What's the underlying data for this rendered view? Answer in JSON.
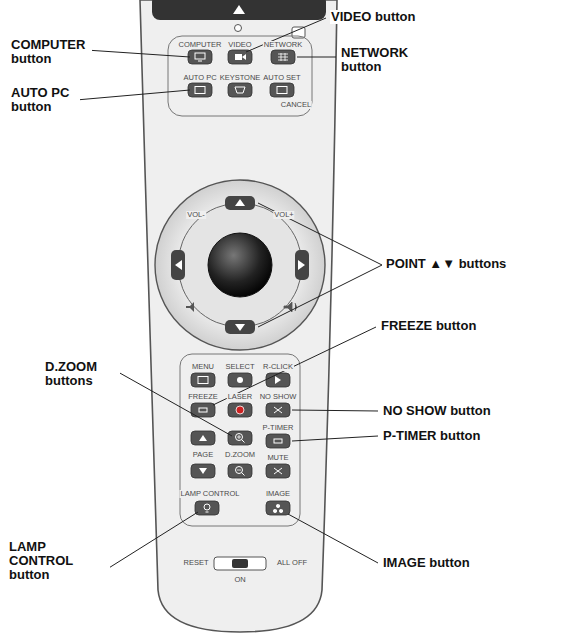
{
  "diagram": {
    "labels": [
      "VIDEO button",
      "COMPUTER button",
      "AUTO PC button",
      "NETWORK button",
      "POINT ▲▼ buttons",
      "FREEZE button",
      "D.ZOOM buttons",
      "NO SHOW button",
      "P-TIMER button",
      "LAMP CONTROL button",
      "IMAGE button",
      "COMPUTER",
      "VIDEO",
      "NETWORK",
      "AUTO PC",
      "KEYSTONE",
      "AUTO SET",
      "CANCEL",
      "VOL-",
      "VOL+",
      "MENU",
      "SELECT",
      "R-CLICK",
      "FREEZE",
      "LASER",
      "NO SHOW",
      "P-TIMER",
      "PAGE",
      "D.ZOOM",
      "MUTE",
      "LAMP CONTROL",
      "IMAGE",
      "RESET",
      "ALL OFF",
      "ON"
    ]
  }
}
